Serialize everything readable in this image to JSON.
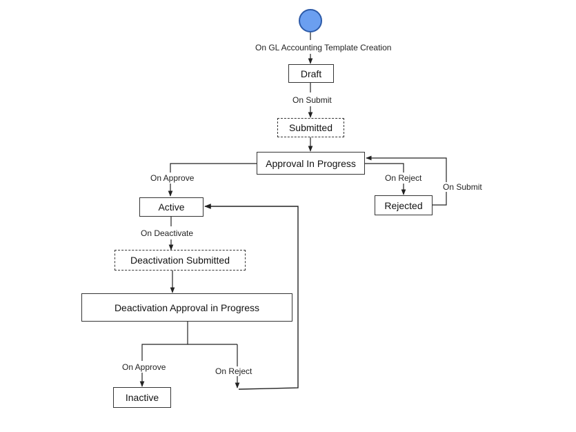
{
  "states": {
    "draft": "Draft",
    "submitted": "Submitted",
    "approval_in_progress": "Approval In Progress",
    "active": "Active",
    "rejected": "Rejected",
    "deactivation_submitted": "Deactivation Submitted",
    "deactivation_approval_in_progress": "Deactivation Approval in Progress",
    "inactive": "Inactive"
  },
  "transitions": {
    "creation": "On GL Accounting Template Creation",
    "submit": "On Submit",
    "approve": "On Approve",
    "reject": "On Reject",
    "resubmit": "On Submit",
    "deactivate": "On Deactivate",
    "deactivation_approve": "On Approve",
    "deactivation_reject": "On Reject"
  },
  "colors": {
    "start_fill": "#6b9ff0",
    "start_stroke": "#2c5aa8",
    "line": "#222222"
  }
}
